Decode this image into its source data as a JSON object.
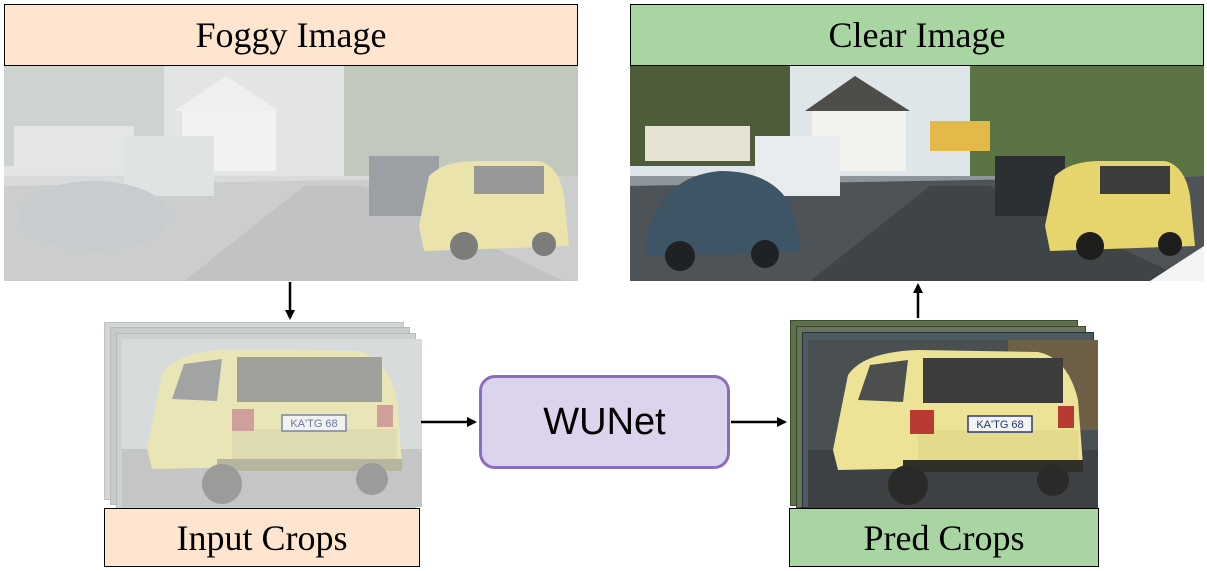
{
  "labels": {
    "foggy_image": "Foggy Image",
    "clear_image": "Clear Image",
    "input_crops": "Input Crops",
    "pred_crops": "Pred Crops",
    "model": "WUNet"
  },
  "plates": {
    "crop_plate": "KA'TG 68"
  },
  "colors": {
    "input_box": "#fde5cf",
    "output_box": "#a8d5a2",
    "model_fill": "#dcd3ed",
    "model_border": "#8a6dbf"
  }
}
